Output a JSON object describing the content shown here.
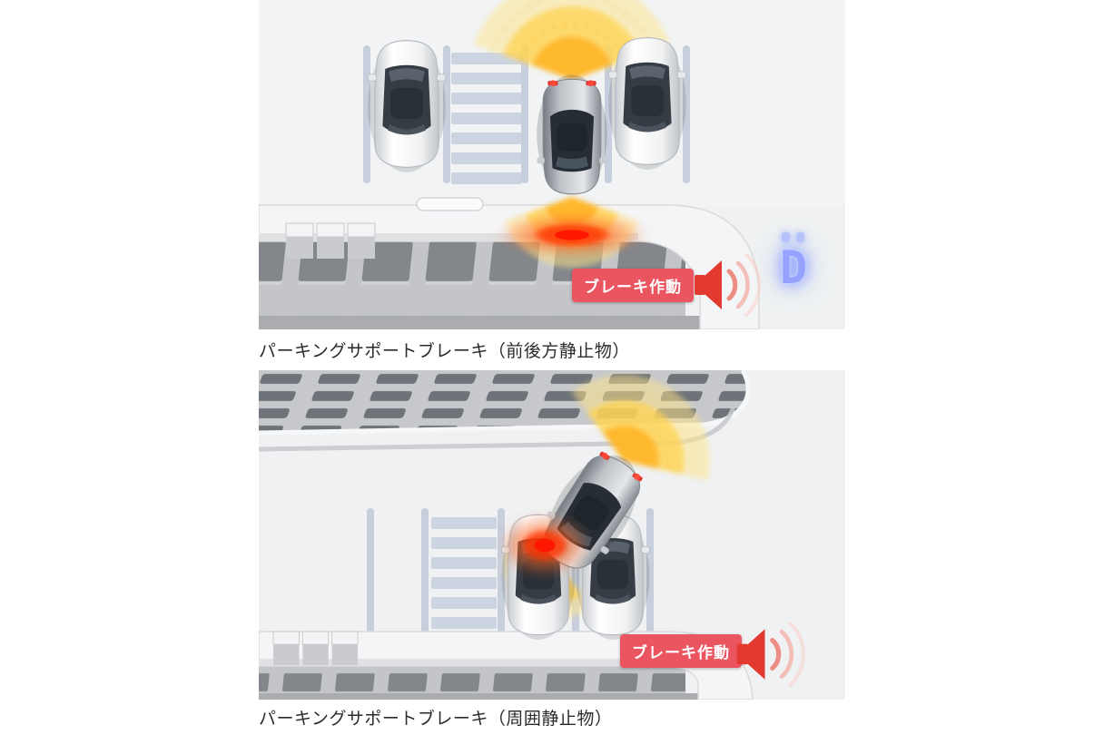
{
  "page": {
    "background": "#ffffff"
  },
  "panels": [
    {
      "caption": "パーキングサポートブレーキ（前後方静止物）",
      "badge_label": "ブレーキ作動",
      "shift_indicator": "D",
      "icons": {
        "speaker": "alert-speaker-icon",
        "shift": "shift-position-d-indicator"
      },
      "colors": {
        "badge_bg": "#ea5560",
        "badge_text": "#ffffff",
        "speaker": "#e23a31",
        "wave": "#ffc431",
        "alert": "#ff3000",
        "shift_glow": "#96a2ff"
      }
    },
    {
      "caption": "パーキングサポートブレーキ（周囲静止物）",
      "badge_label": "ブレーキ作動",
      "icons": {
        "speaker": "alert-speaker-icon"
      },
      "colors": {
        "badge_bg": "#ea5560",
        "badge_text": "#ffffff",
        "speaker": "#e23a31",
        "wave": "#ffc431",
        "alert": "#ff3000"
      }
    }
  ]
}
